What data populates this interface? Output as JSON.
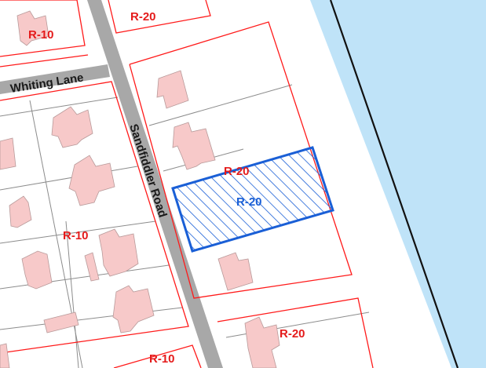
{
  "map": {
    "roads": {
      "sandfiddler": "Sandfiddler Road",
      "whiting": "Whiting Lane"
    },
    "zones": {
      "r10_top_left": "R-10",
      "r20_top": "R-20",
      "r20_parcel_red": "R-20",
      "r20_highlight": "R-20",
      "r10_mid_left": "R-10",
      "r20_bottom_right": "R-20",
      "r10_bottom": "R-10"
    },
    "colors": {
      "water": "#bfe3f8",
      "road": "#a8a8a8",
      "zone_boundary": "#ff1a1a",
      "parcel_line": "#8c8c8c",
      "building": "#f7c9c9",
      "building_edge": "#b89a9a",
      "highlight": "#1a5fd6",
      "shoreline": "#111111"
    }
  }
}
